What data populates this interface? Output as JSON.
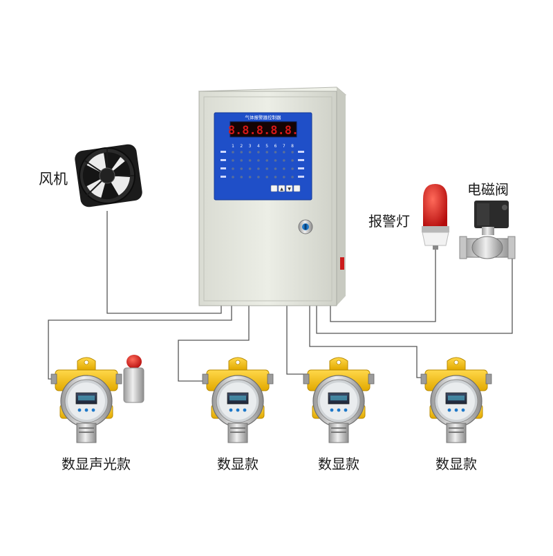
{
  "labels": {
    "fan": "风机",
    "alarm_light": "报警灯",
    "solenoid_valve": "电磁阀"
  },
  "controller": {
    "panel_title": "气体报警器控制器",
    "display_text": "8.8.8.8.8.",
    "channel_numbers": [
      "1",
      "2",
      "3",
      "4",
      "5",
      "6",
      "7",
      "8"
    ],
    "buttons": [
      "",
      "▲",
      "▼",
      ""
    ]
  },
  "detectors": [
    {
      "caption": "数显声光款"
    },
    {
      "caption": "数显款"
    },
    {
      "caption": "数显款"
    },
    {
      "caption": "数显款"
    }
  ],
  "colors": {
    "cabinet": "#e2e4db",
    "panel": "#1f4fc8",
    "display": "#c81818",
    "detector_body": "#f2c21a",
    "wire": "#555555",
    "alarm_red": "#d91414"
  }
}
